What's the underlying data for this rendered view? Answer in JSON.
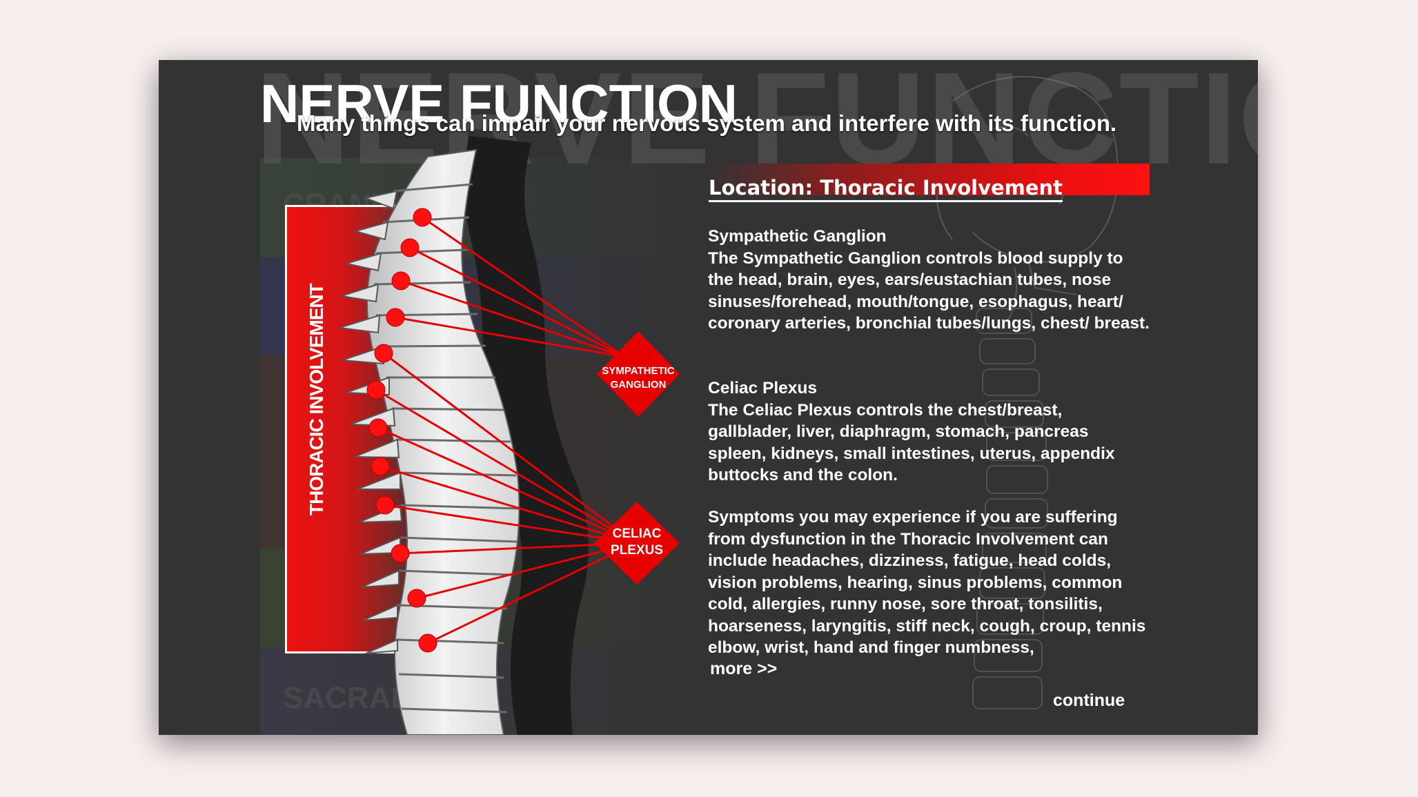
{
  "page": {
    "ghost_title": "NERVE FUNCTION",
    "title": "NERVE FUNCTION",
    "subtitle": "Many things can impair your nervous system and interfere with its function."
  },
  "background_bands": [
    {
      "label": "CRANIAL",
      "color": "#3a4a3c"
    },
    {
      "label": "",
      "color": "#35385a"
    },
    {
      "label": "",
      "color": "#4a3434"
    },
    {
      "label": "",
      "color": "#3c4a34"
    },
    {
      "label": "SACRAL",
      "color": "#3e3c4e"
    }
  ],
  "diagram": {
    "region_label": "THORACIC INVOLVEMENT",
    "sympathetic_label_1": "SYMPATHETIC",
    "sympathetic_label_2": "GANGLION",
    "celiac_label_1": "CELIAC",
    "celiac_label_2": "PLEXUS",
    "accent_color": "#e60000"
  },
  "content": {
    "location_title": "Location: Thoracic Involvement",
    "sections": [
      {
        "heading": "Sympathetic Ganglion",
        "body": "The Sympathetic Ganglion controls blood supply to the head, brain, eyes, ears/eustachian tubes, nose sinuses/forehead, mouth/tongue, esophagus, heart/ coronary arteries, bronchial tubes/lungs, chest/ breast."
      },
      {
        "heading": "Celiac Plexus",
        "body": "The Celiac Plexus controls the chest/breast, gallblader, liver, diaphragm, stomach, pancreas spleen, kidneys, small intestines, uterus, appendix buttocks and the colon."
      },
      {
        "heading": "",
        "body": "Symptoms you may experience if you are suffering from dysfunction in the Thoracic Involvement can include headaches, dizziness, fatigue, head colds, vision problems, hearing, sinus problems, common cold, allergies, runny nose, sore throat, tonsilitis, hoarseness, laryngitis, stiff neck, cough, croup, tennis elbow, wrist, hand and finger numbness,"
      }
    ],
    "more_label": "more >>",
    "continue_label": "continue"
  }
}
